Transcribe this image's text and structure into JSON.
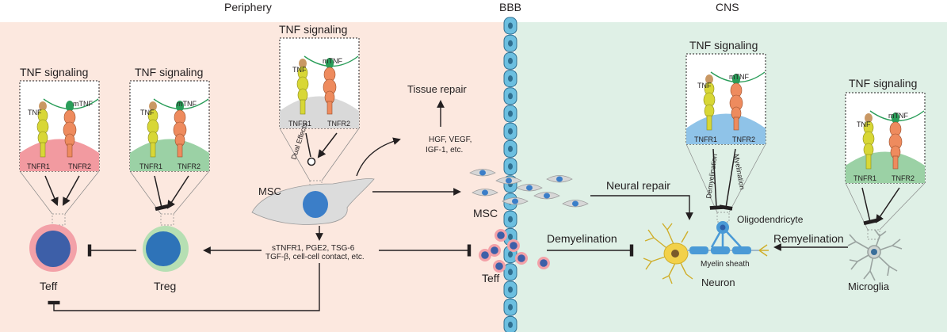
{
  "regions": {
    "periphery": "Periphery",
    "bbb": "BBB",
    "cns": "CNS"
  },
  "signaling": {
    "title": "TNF signaling",
    "tnf": "TNF",
    "mtnf": "mTNF",
    "tnfr1": "TNFR1",
    "tnfr2": "TNFR2",
    "dual_effects": "Dual Effects",
    "demyelination_small": "Demyelination",
    "myelination_small": "Myelination"
  },
  "periphery": {
    "tissue_repair": "Tissue repair",
    "factors_line1": "HGF, VEGF,",
    "factors_line2": "IGF-1, etc.",
    "msc": "MSC",
    "secreted_line1": "sTNFR1, PGE2, TSG-6",
    "secreted_line2": "TGF-β, cell-cell contact, etc.",
    "teff": "Teff",
    "treg": "Treg"
  },
  "cns": {
    "msc": "MSC",
    "teff": "Teff",
    "neural_repair": "Neural repair",
    "demyelination": "Demyelination",
    "remyelination": "Remyelination",
    "oligodendrocyte": "Oligodendricyte",
    "myelin_sheath": "Myelin sheath",
    "neuron": "Neuron",
    "microglia": "Microglia"
  },
  "colors": {
    "periphery_bg": "#fce8df",
    "cns_bg": "#dff0e6",
    "bbb_cell": "#6cbfe0",
    "teff_outer": "#f3a1a8",
    "teff_nucleus": "#3d5fa8",
    "treg_outer": "#b6dfb3",
    "treg_nucleus": "#2e73b8",
    "tnfr1": "#d8d736",
    "tnfr2": "#ee8b5e",
    "mtnf": "#2a9d59",
    "neuron_body": "#f2d14a",
    "myelin": "#4a9ad6"
  }
}
